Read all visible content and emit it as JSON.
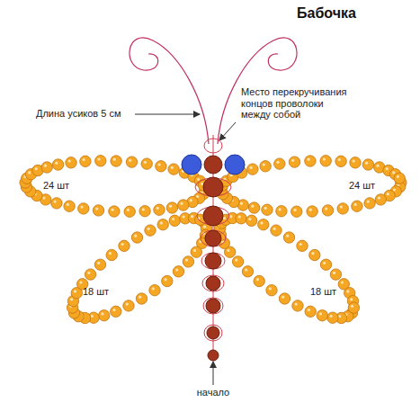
{
  "diagram": {
    "title": "Бабочка",
    "labels": [
      "Длина усиков 5 см",
      "Место перекручивания концов проволоки между собой",
      "24 шт",
      "24 шт",
      "18 шт",
      "18 шт",
      "начало"
    ]
  }
}
